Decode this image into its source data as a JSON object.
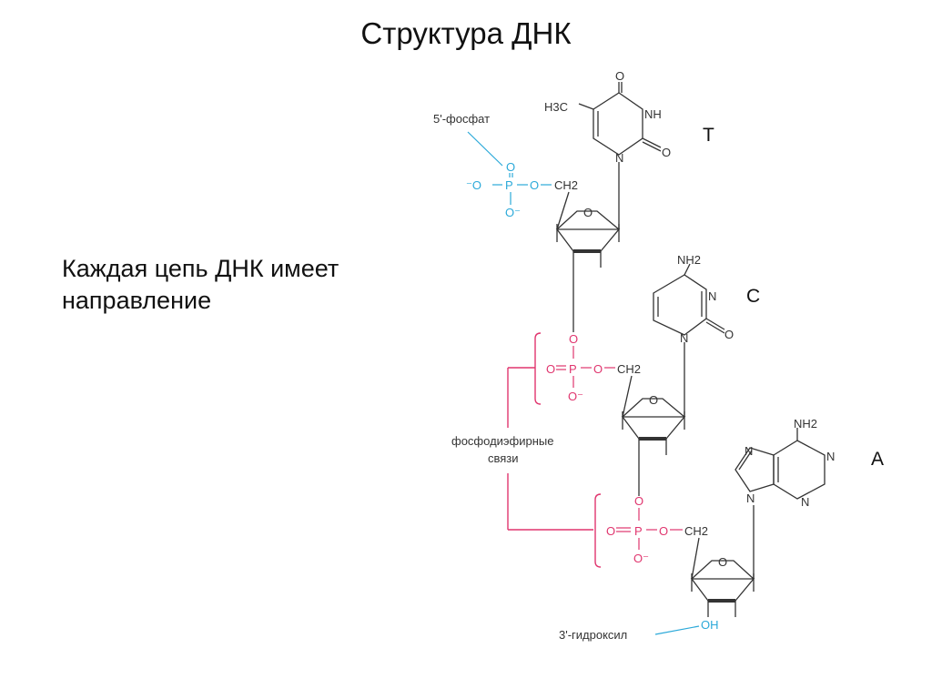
{
  "slide": {
    "title": "Структура ДНК",
    "body_lines": [
      "Каждая цепь ДНК имеет",
      "направление"
    ]
  },
  "colors": {
    "ink": "#333333",
    "phosphate_5": "#2ba9d9",
    "phosphodiester": "#e0356e"
  },
  "diagram": {
    "labels": {
      "phosphate_5": "5'-фосфат",
      "hydroxyl_3": "3'-гидроксил",
      "phosphodiester_line1": "фосфодиэфирные",
      "phosphodiester_line2": "связи"
    },
    "bases": [
      {
        "letter": "T",
        "ring": {
          "ch3": "H3C",
          "o_top": "O",
          "nh": "NH",
          "o_right": "O",
          "n": "N"
        }
      },
      {
        "letter": "C",
        "ring": {
          "nh2": "NH2",
          "n_right": "N",
          "o_right": "O",
          "n": "N"
        }
      },
      {
        "letter": "A",
        "ring": {
          "nh2": "NH2",
          "n7": "N",
          "n1": "N",
          "n3": "N",
          "n9": "N"
        }
      }
    ],
    "phosphates": [
      {
        "o_minus": "⁻O",
        "o_top": "O",
        "p": "P",
        "o_ester": "O",
        "ch2": "CH2",
        "o_bottom": "O⁻"
      },
      {
        "o_eq": "O",
        "o_top": "O",
        "p": "P",
        "o_ester": "O",
        "ch2": "CH2",
        "o_bottom": "O⁻"
      },
      {
        "o_eq": "O",
        "o_top": "O",
        "p": "P",
        "o_ester": "O",
        "ch2": "CH2",
        "o_bottom": "O⁻"
      }
    ],
    "sugar_o": "O",
    "hydroxyl": "OH"
  }
}
